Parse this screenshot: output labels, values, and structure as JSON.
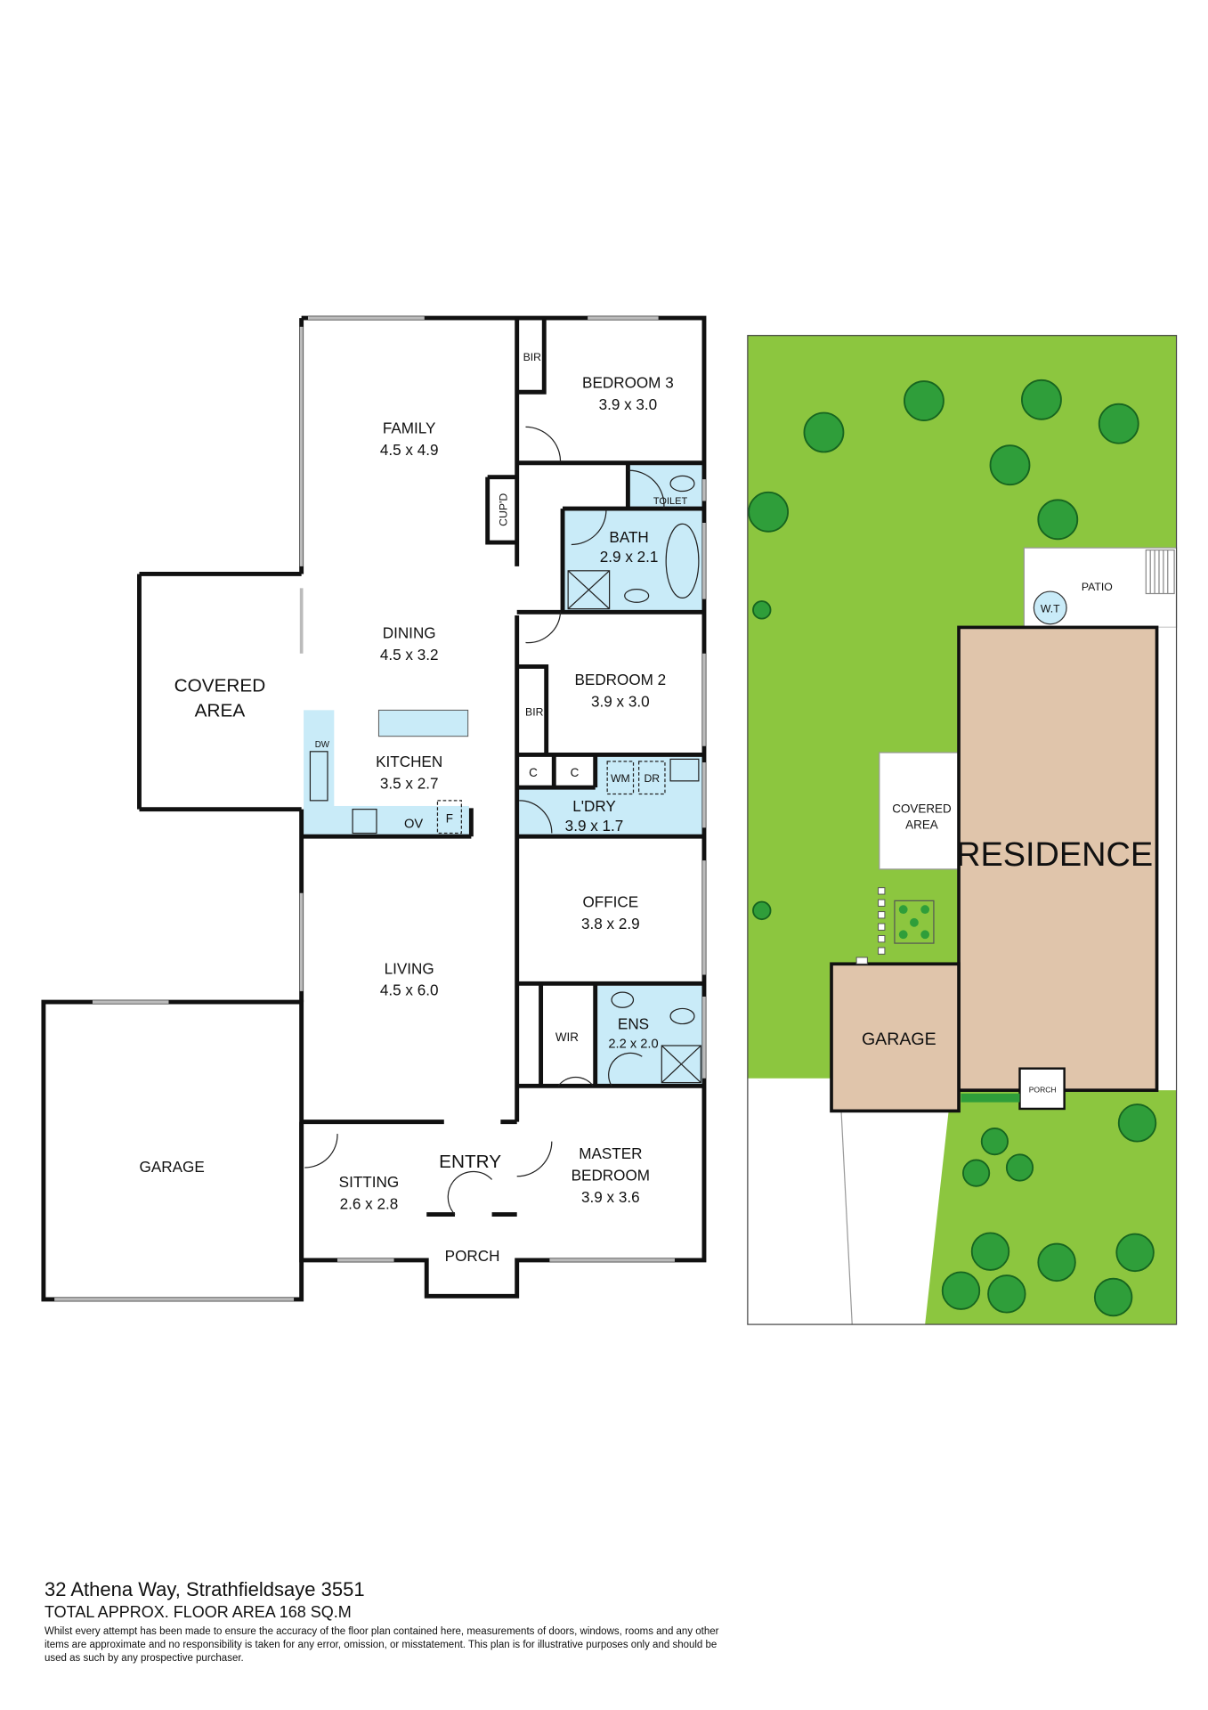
{
  "floor_plan": {
    "rooms": {
      "family": {
        "name": "FAMILY",
        "dims": "4.5 x 4.9"
      },
      "dining": {
        "name": "DINING",
        "dims": "4.5 x 3.2"
      },
      "kitchen": {
        "name": "KITCHEN",
        "dims": "3.5 x 2.7"
      },
      "living": {
        "name": "LIVING",
        "dims": "4.5 x 6.0"
      },
      "bedroom3": {
        "name": "BEDROOM 3",
        "dims": "3.9 x 3.0"
      },
      "bath": {
        "name": "BATH",
        "dims": "2.9 x 2.1"
      },
      "bedroom2": {
        "name": "BEDROOM 2",
        "dims": "3.9 x 3.0"
      },
      "laundry": {
        "name": "L'DRY",
        "dims": "3.9 x 1.7"
      },
      "office": {
        "name": "OFFICE",
        "dims": "3.8 x 2.9"
      },
      "ensuite": {
        "name": "ENS",
        "dims": "2.2 x 2.0"
      },
      "master": {
        "name": "MASTER",
        "name2": "BEDROOM",
        "dims": "3.9 x 3.6"
      },
      "sitting": {
        "name": "SITTING",
        "dims": "2.6 x 2.8"
      }
    },
    "labels": {
      "covered": "COVERED",
      "covered2": "AREA",
      "garage": "GARAGE",
      "entry": "ENTRY",
      "porch": "PORCH",
      "bir": "BIR",
      "cupd": "CUP'D",
      "toilet": "TOILET",
      "dw": "DW",
      "ov": "OV",
      "fridge": "F",
      "cupboard": "C",
      "wm": "WM",
      "dr": "DR",
      "wir": "WIR"
    },
    "colors": {
      "wet_area": "#c9ebf8",
      "walls": "#111111"
    }
  },
  "site_plan": {
    "residence": "RESIDENCE",
    "garage": "GARAGE",
    "covered": "COVERED",
    "covered2": "AREA",
    "patio": "PATIO",
    "water_tank": "W.T",
    "porch": "PORCH",
    "colors": {
      "lawn": "#8cc63f",
      "building": "#e0c5ab",
      "tree": "#2f9e3a"
    }
  },
  "footer": {
    "address": "32 Athena Way, Strathfieldsaye 3551",
    "floor_area": "TOTAL APPROX. FLOOR AREA 168 SQ.M",
    "disclaimer": "Whilst every attempt has been made to ensure the accuracy of the floor plan contained here, measurements of doors, windows, rooms and any other items are approximate and no responsibility is taken for any error, omission, or misstatement. This plan is for illustrative purposes only and should be used as such by any prospective purchaser."
  }
}
